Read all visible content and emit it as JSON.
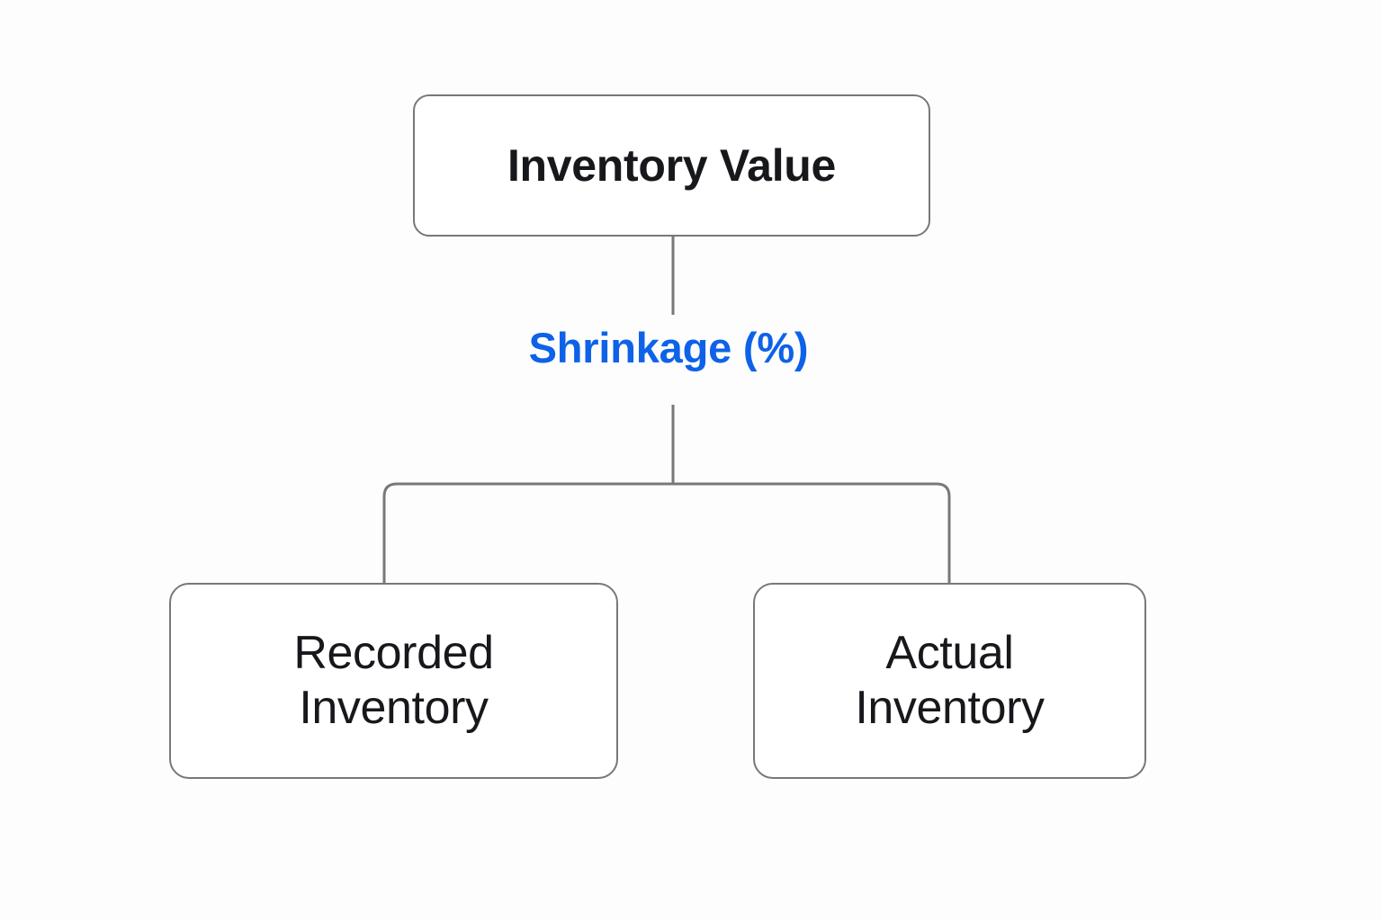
{
  "diagram": {
    "type": "tree",
    "background_color": "#fdfdfd",
    "edge_color": "#787878",
    "node_border_color": "#787878",
    "node_fill_color": "#ffffff",
    "node_text_color": "#17181c",
    "accent_color": "#0d62e8",
    "root": {
      "id": "inventory-value",
      "label": "Inventory Value"
    },
    "edges": [
      {
        "id": "root-to-split",
        "from": "inventory-value",
        "to": "split",
        "label": "Shrinkage (%)",
        "label_color": "#0d62e8"
      },
      {
        "id": "split-to-recorded",
        "from": "split",
        "to": "recorded-inventory",
        "label": ""
      },
      {
        "id": "split-to-actual",
        "from": "split",
        "to": "actual-inventory",
        "label": ""
      }
    ],
    "children": [
      {
        "id": "recorded-inventory",
        "label": "Recorded\nInventory"
      },
      {
        "id": "actual-inventory",
        "label": "Actual\nInventory"
      }
    ]
  }
}
